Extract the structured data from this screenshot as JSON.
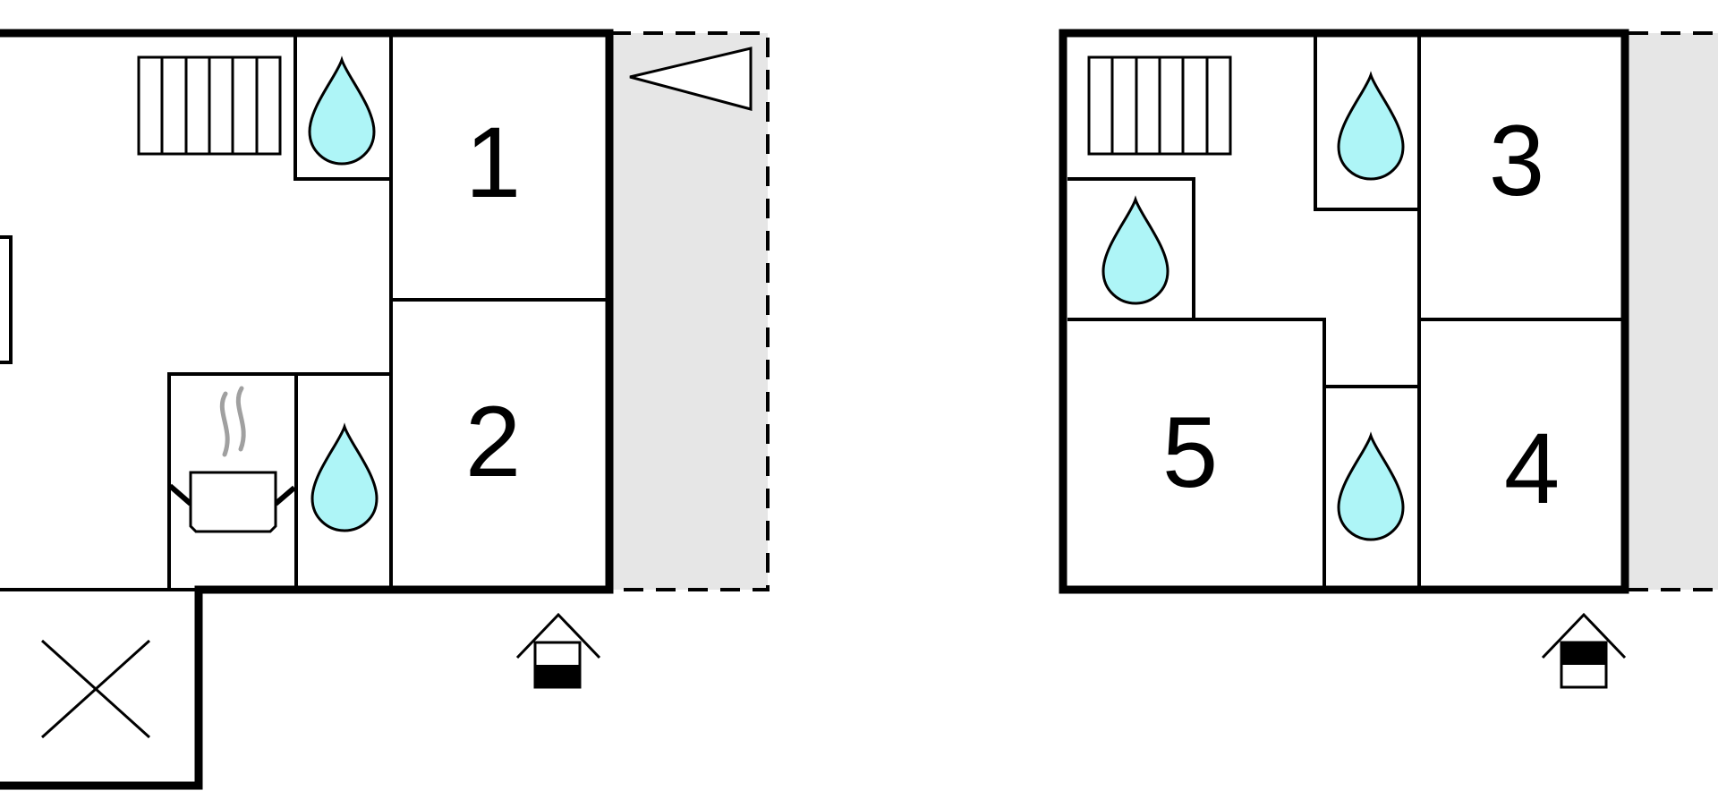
{
  "plans": [
    {
      "name": "left-floor",
      "rooms": [
        {
          "id": "bedroom-1",
          "label": "1"
        },
        {
          "id": "bedroom-2",
          "label": "2"
        }
      ],
      "icons": [
        "stairs-icon",
        "water-drop-icon",
        "water-drop-icon",
        "cooking-pot-icon",
        "terrace-x-icon",
        "wind-direction-icon",
        "entrance-house-icon"
      ]
    },
    {
      "name": "right-floor",
      "rooms": [
        {
          "id": "bedroom-3",
          "label": "3"
        },
        {
          "id": "bedroom-4",
          "label": "4"
        },
        {
          "id": "bedroom-5",
          "label": "5"
        }
      ],
      "icons": [
        "stairs-icon",
        "water-drop-icon",
        "water-drop-icon",
        "water-drop-icon",
        "entrance-house-icon"
      ]
    }
  ],
  "colors": {
    "wall": "#000000",
    "water": "#aef5f7",
    "terrace_fill": "#e6e6e6",
    "steam": "#a0a0a0",
    "background": "#ffffff"
  }
}
